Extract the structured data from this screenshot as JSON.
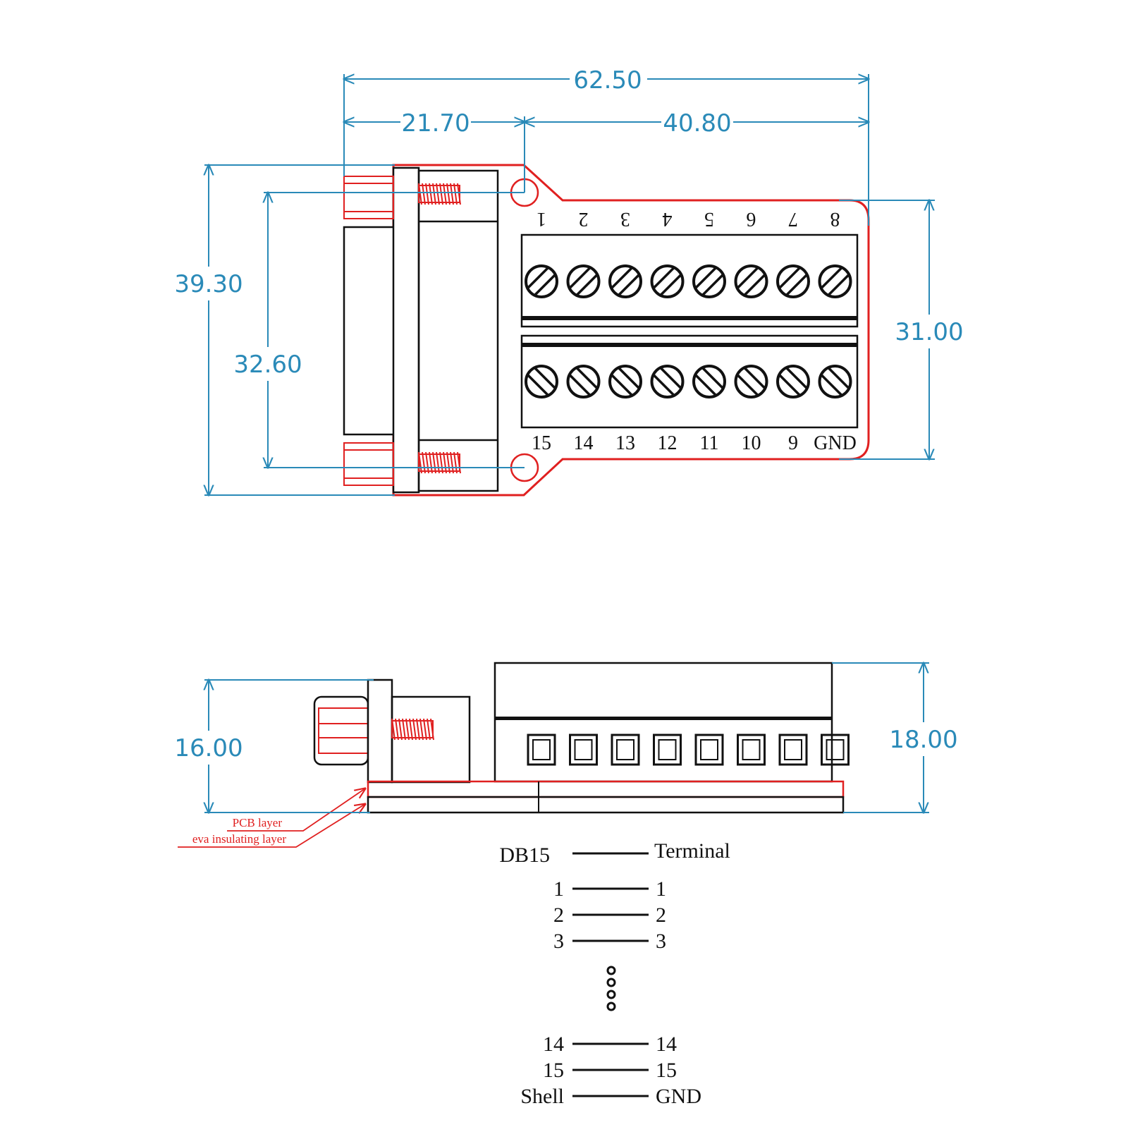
{
  "colors": {
    "dimension": "#2a8ab8",
    "outline": "#e02020",
    "ink": "#111111"
  },
  "top_view": {
    "dimensions": {
      "overall_width": "62.50",
      "connector_width": "21.70",
      "terminal_width": "40.80",
      "overall_height": "39.30",
      "mount_hole_spacing": "32.60",
      "pcb_height": "31.00"
    },
    "top_row_pins": [
      "1",
      "2",
      "3",
      "4",
      "5",
      "6",
      "7",
      "8"
    ],
    "bottom_row_pins": [
      "15",
      "14",
      "13",
      "12",
      "11",
      "10",
      "9",
      "GND"
    ]
  },
  "side_view": {
    "dimensions": {
      "connector_height": "16.00",
      "terminal_height": "18.00"
    },
    "layer_labels": {
      "pcb": "PCB layer",
      "eva": "eva insulating layer"
    }
  },
  "wiring_table": {
    "header": {
      "left": "DB15",
      "right": "Terminal"
    },
    "rows_top": [
      {
        "left": "1",
        "right": "1"
      },
      {
        "left": "2",
        "right": "2"
      },
      {
        "left": "3",
        "right": "3"
      }
    ],
    "rows_bottom": [
      {
        "left": "14",
        "right": "14"
      },
      {
        "left": "15",
        "right": "15"
      },
      {
        "left": "Shell",
        "right": "GND"
      }
    ]
  }
}
